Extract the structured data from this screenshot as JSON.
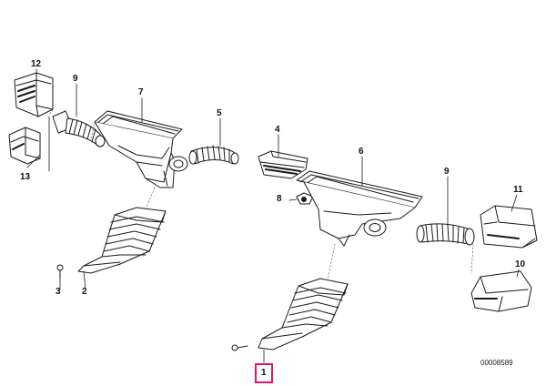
{
  "callouts": {
    "c1": "1",
    "c2": "2",
    "c3": "3",
    "c4": "4",
    "c5": "5",
    "c6": "6",
    "c7": "7",
    "c8": "8",
    "c9a": "9",
    "c9b": "9",
    "c10": "10",
    "c11": "11",
    "c12": "12",
    "c13": "13"
  },
  "highlighted_callout": "1",
  "reference_number": "00008589",
  "colors": {
    "line": "#1a1a1a",
    "highlight": "#e0156e",
    "shade": "#555555"
  }
}
